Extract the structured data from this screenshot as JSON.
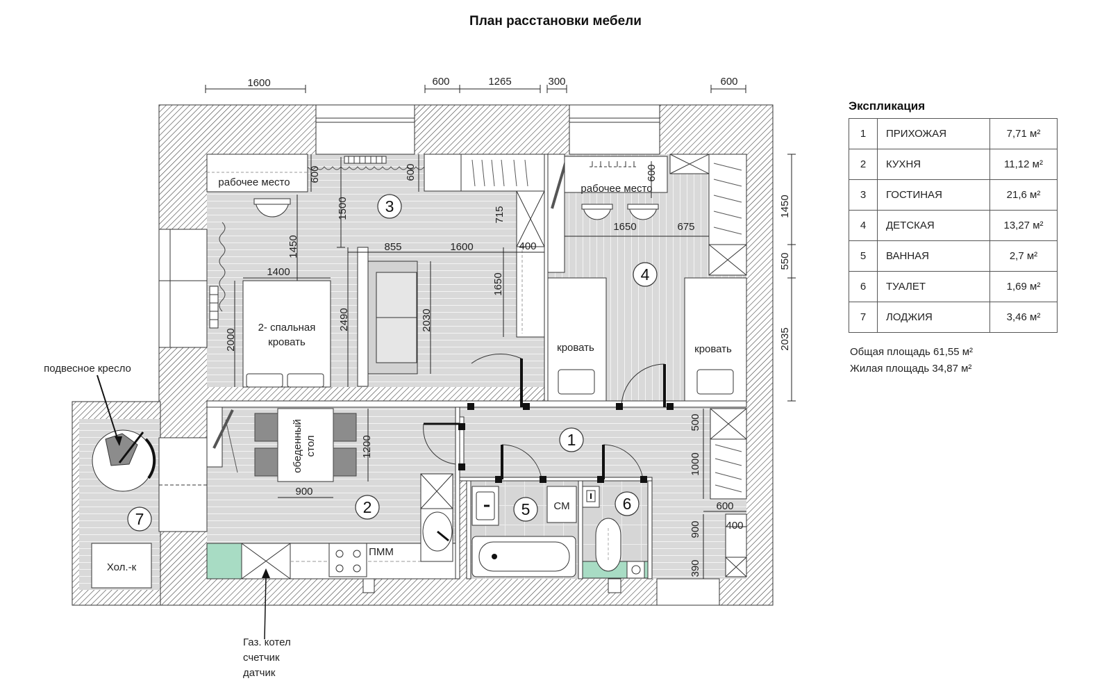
{
  "title": "План расстановки мебели",
  "explication": {
    "title": "Экспликация",
    "rows": [
      {
        "num": "1",
        "name": "ПРИХОЖАЯ",
        "area": "7,71 м²"
      },
      {
        "num": "2",
        "name": "КУХНЯ",
        "area": "11,12 м²"
      },
      {
        "num": "3",
        "name": "ГОСТИНАЯ",
        "area": "21,6 м²"
      },
      {
        "num": "4",
        "name": "ДЕТСКАЯ",
        "area": "13,27 м²"
      },
      {
        "num": "5",
        "name": "ВАННАЯ",
        "area": "2,7 м²"
      },
      {
        "num": "6",
        "name": "ТУАЛЕТ",
        "area": "1,69 м²"
      },
      {
        "num": "7",
        "name": "ЛОДЖИЯ",
        "area": "3,46 м²"
      }
    ],
    "total": "Общая площадь 61,55 м²",
    "living": "Жилая площадь 34,87 м²"
  },
  "rooms": {
    "r1": "1",
    "r2": "2",
    "r3": "3",
    "r4": "4",
    "r5": "5",
    "r6": "6",
    "r7": "7"
  },
  "labels": {
    "workplace_living": "рабочее место",
    "workplace_kids": "рабочее место",
    "double_bed_line1": "2- спальная",
    "double_bed_line2": "кровать",
    "bed_left": "кровать",
    "bed_right": "кровать",
    "dining_line1": "обеденный",
    "dining_line2": "стол",
    "hanging_chair": "подвесное кресло",
    "fridge": "Хол.-к",
    "dishwasher": "ПММ",
    "washer": "СМ",
    "boiler_line1": "Газ. котел",
    "boiler_line2": "счетчик",
    "boiler_line3": "датчик"
  },
  "dimensions": {
    "top_1600": "1600",
    "top_600a": "600",
    "top_1265": "1265",
    "top_300": "300",
    "top_600b": "600",
    "right_1450": "1450",
    "right_550": "550",
    "right_2035": "2035",
    "d600_desk": "600",
    "d600_shelf": "600",
    "d600_kids": "600",
    "d1500": "1500",
    "d1450": "1450",
    "d1400": "1400",
    "d2000": "2000",
    "d2490": "2490",
    "d855": "855",
    "d1600_sofa": "1600",
    "d2030": "2030",
    "d1650_v": "1650",
    "d715": "715",
    "d400_top": "400",
    "d1650_h": "1650",
    "d675": "675",
    "d1200": "1200",
    "d900_table": "900",
    "d500": "500",
    "d1000": "1000",
    "d600_hall": "600",
    "d400_hall": "400",
    "d900_hall": "900",
    "d390": "390"
  }
}
